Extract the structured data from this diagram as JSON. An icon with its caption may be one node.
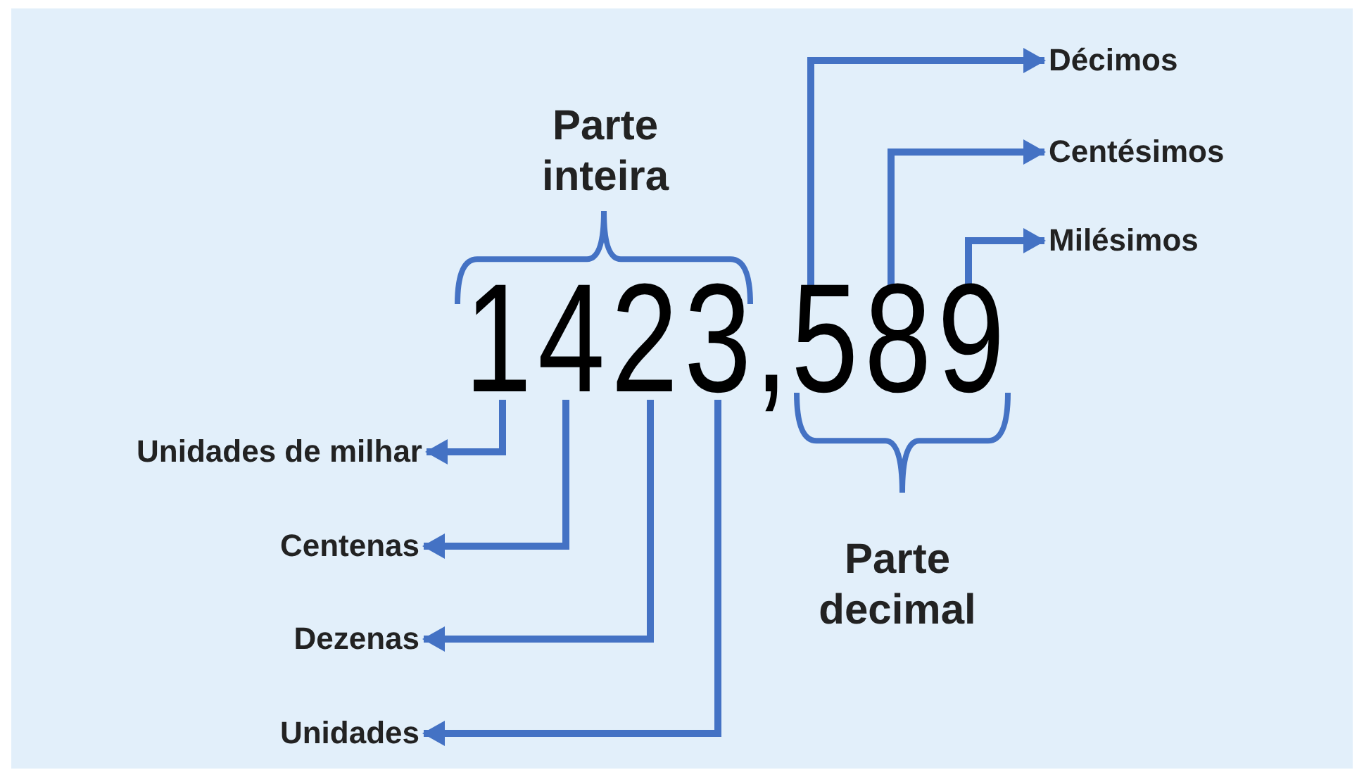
{
  "diagram": {
    "nodes": [
      {
        "text": [
          "Décimos"
        ]
      },
      {
        "text": [
          "Centésimos"
        ]
      },
      {
        "text": [
          "Milésimos"
        ]
      },
      {
        "text": [
          "1"
        ]
      },
      {
        "text": [
          "4"
        ]
      },
      {
        "text": [
          "2"
        ]
      },
      {
        "text": [
          "3"
        ]
      },
      {
        "text": [
          "5"
        ]
      },
      {
        "text": [
          "8"
        ]
      },
      {
        "text": [
          "9"
        ]
      },
      {
        "text": [
          "Unidades de milhar"
        ]
      },
      {
        "text": [
          "Centenas"
        ]
      },
      {
        "text": [
          "Dezenas"
        ]
      },
      {
        "text": [
          "Unidades"
        ]
      }
    ],
    "edges": [
      {
        "from": 7,
        "to": 0,
        "arrow": "to"
      },
      {
        "from": 8,
        "to": 1,
        "arrow": "to"
      },
      {
        "from": 9,
        "to": 2,
        "arrow": "to"
      },
      {
        "from": 3,
        "to": 10,
        "arrow": "to"
      },
      {
        "from": 4,
        "to": 11,
        "arrow": "to"
      },
      {
        "from": 5,
        "to": 12,
        "arrow": "to"
      },
      {
        "from": 6,
        "to": 13,
        "arrow": "to"
      }
    ],
    "labels": [
      "Parte inteira",
      ",",
      "Parte decimal"
    ]
  }
}
